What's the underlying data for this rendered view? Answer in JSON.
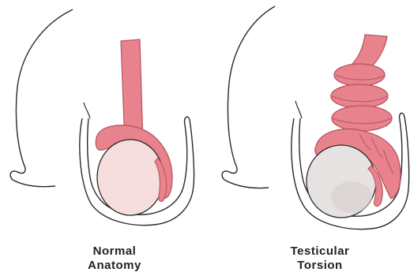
{
  "panels": [
    {
      "caption_line1": "Normal",
      "caption_line2": "Anatomy"
    },
    {
      "caption_line1": "Testicular",
      "caption_line2": "Torsion"
    }
  ],
  "colors": {
    "outline": "#2a2a2a",
    "cord": "#e8828c",
    "cord_dark": "#b85560",
    "testis": "#f7dede",
    "testis_shadow": "#d9cfcf",
    "torsion_testis": "#e6e2e2"
  }
}
